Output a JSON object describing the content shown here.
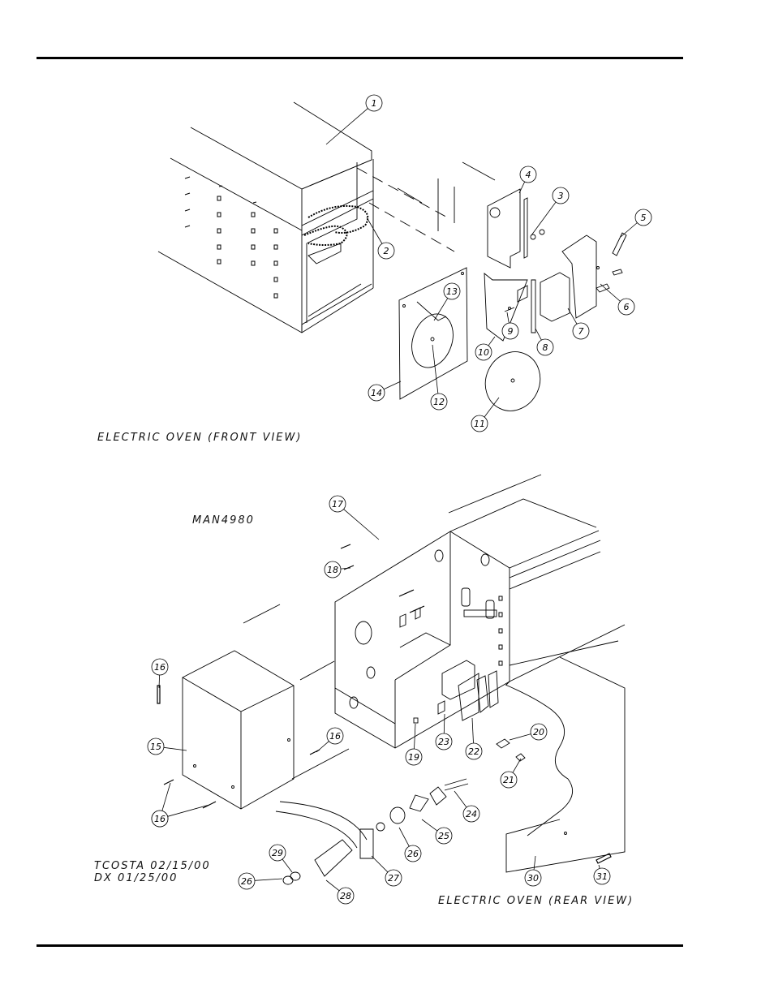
{
  "captions": {
    "front_view": "ELECTRIC OVEN (FRONT VIEW)",
    "rear_view": "ELECTRIC OVEN (REAR VIEW)",
    "drawing_number": "MAN4980",
    "revision_1": "TCOSTA 02/15/00",
    "revision_2": "DX 01/25/00"
  },
  "callouts": {
    "front": [
      "1",
      "2",
      "3",
      "4",
      "5",
      "6",
      "7",
      "8",
      "9",
      "10",
      "11",
      "12",
      "13",
      "14"
    ],
    "rear": [
      "15",
      "16",
      "16",
      "16",
      "16",
      "17",
      "18",
      "19",
      "20",
      "21",
      "22",
      "23",
      "24",
      "25",
      "26",
      "26",
      "27",
      "28",
      "29",
      "30",
      "31"
    ]
  },
  "colors": {
    "ink": "#000000",
    "background": "#ffffff"
  }
}
